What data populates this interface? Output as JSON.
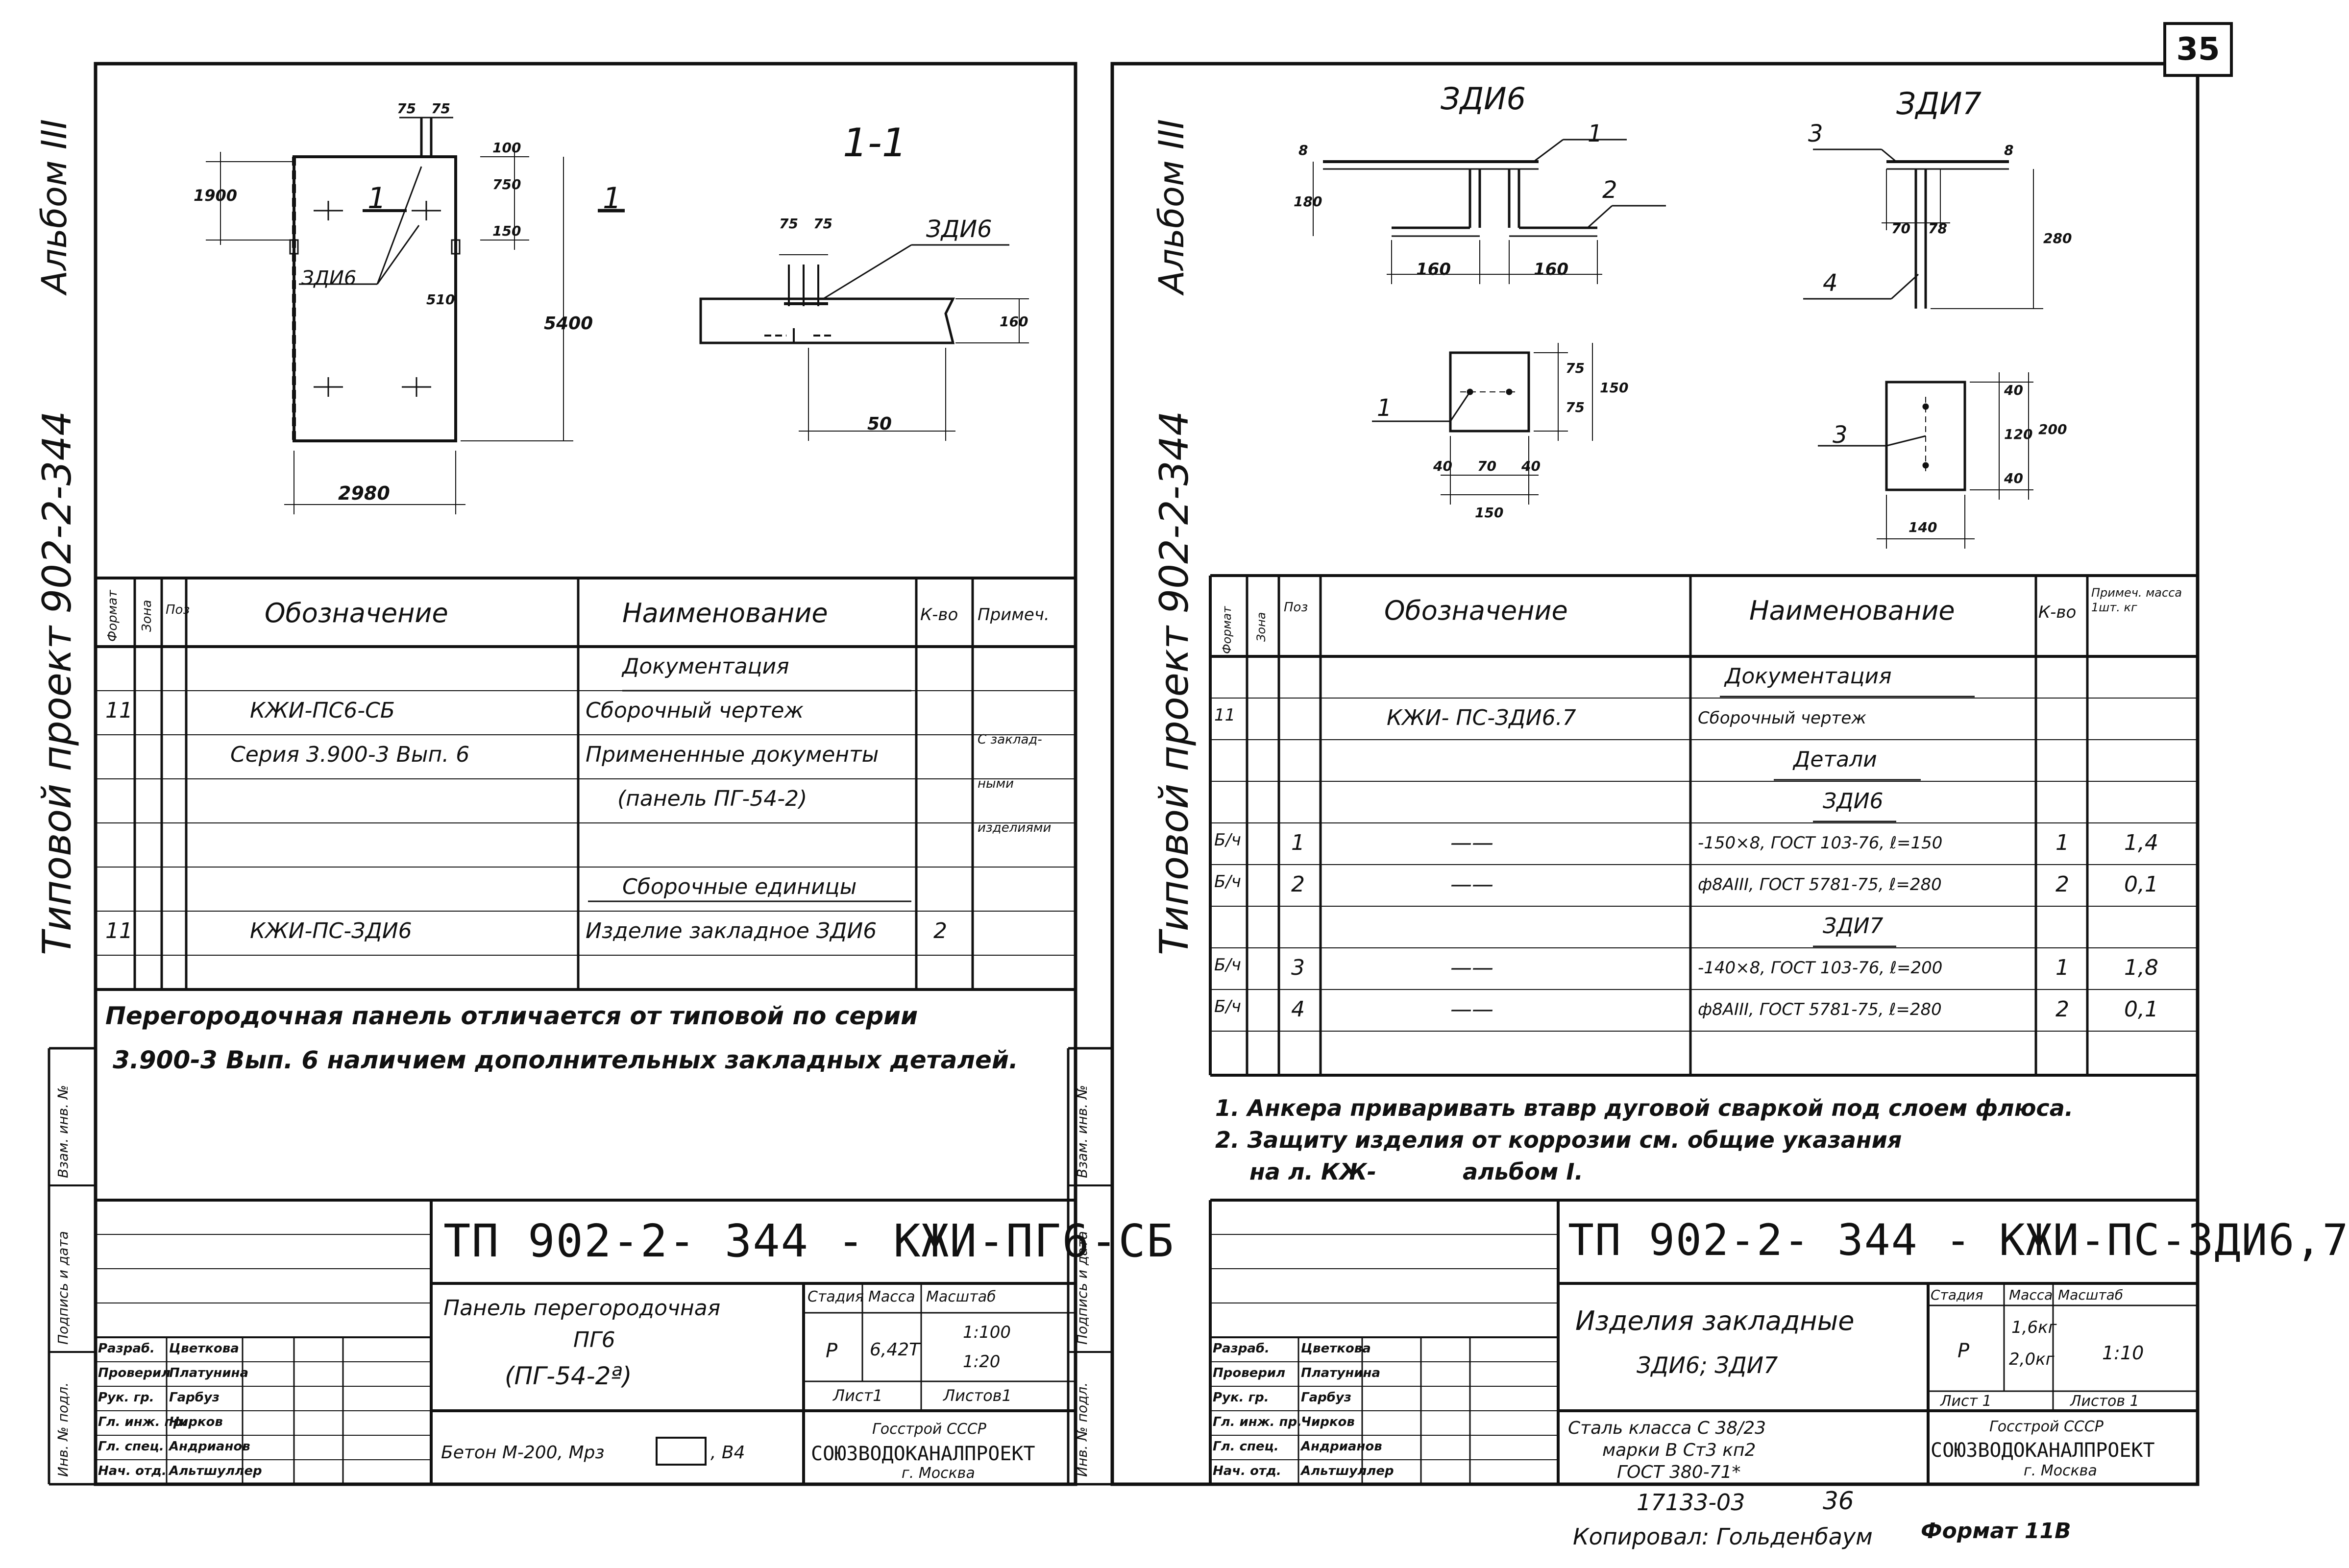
{
  "sheet": {
    "number": "35",
    "copy_num": "17133-03",
    "copy_page": "36",
    "copied_by": "Копировал: Гольденбаум",
    "format": "Формат 11В"
  },
  "side": {
    "album": "Альбом III",
    "project": "Типовой проект 902-2-344"
  },
  "left": {
    "plan": {
      "cut_mark": "1",
      "label": "ЗДИ6",
      "d_1900": "1900",
      "d_150": "150",
      "d_750": "750",
      "d_510": "510",
      "d_5400": "5400",
      "d_2980": "2980",
      "d_75a": "75",
      "d_75b": "75",
      "d_top": "100"
    },
    "section": {
      "title": "1-1",
      "label": "ЗДИ6",
      "d_75a": "75",
      "d_75b": "75",
      "d_160": "160",
      "d_50": "50"
    },
    "table": {
      "headers": {
        "format": "Формат",
        "zone": "Зона",
        "pos": "Поз",
        "designation": "Обозначение",
        "name": "Наименование",
        "qty": "К-во",
        "note": "Примеч."
      },
      "rows": [
        {
          "format": "",
          "designation": "",
          "name": "Документация",
          "qty": "",
          "note": ""
        },
        {
          "format": "11",
          "designation": "КЖИ-ПС6-СБ",
          "name": "Сборочный чертеж",
          "qty": "",
          "note": ""
        },
        {
          "format": "",
          "designation": "Серия 3.900-3 Вып. 6",
          "name": "Примененные документы",
          "qty": "",
          "note": "С заклад-"
        },
        {
          "format": "",
          "designation": "",
          "name": "(панель ПГ-54-2)",
          "qty": "",
          "note": "ными"
        },
        {
          "format": "",
          "designation": "",
          "name": "",
          "qty": "",
          "note": "изделиями"
        },
        {
          "format": "",
          "designation": "",
          "name": "Сборочные единицы",
          "qty": "",
          "note": ""
        },
        {
          "format": "11",
          "designation": "КЖИ-ПС-ЗДИ6",
          "name": "Изделие закладное ЗДИ6",
          "qty": "2",
          "note": ""
        }
      ]
    },
    "note_line1": "Перегородочная панель отличается от типовой по серии",
    "note_line2": "3.900-3 Вып. 6 наличием дополнительных закладных деталей.",
    "title_block": {
      "code": "ТП 902-2- 344 - КЖИ-ПГ6-СБ",
      "name1": "Панель перегородочная",
      "name2": "ПГ6",
      "name3": "(ПГ-54-2ª)",
      "concrete": "Бетон М-200, Мрз",
      "concrete_tail": ", В4",
      "stage_h": "Стадия",
      "mass_h": "Масса",
      "scale_h": "Масштаб",
      "stage": "Р",
      "mass": "6,42Т",
      "scale1": "1:100",
      "scale2": "1:20",
      "sheet": "Лист1",
      "sheets": "Листов1",
      "org1": "Госстрой СССР",
      "org2": "СОЮЗВОДОКАНАЛПРОЕКТ",
      "org3": "г. Москва",
      "roles": [
        {
          "role": "Разраб.",
          "name": "Цветкова"
        },
        {
          "role": "Проверил",
          "name": "Платунина"
        },
        {
          "role": "Рук. гр.",
          "name": "Гарбуз"
        },
        {
          "role": "Гл. инж. пр.",
          "name": "Чирков"
        },
        {
          "role": "Гл. спец.",
          "name": "Андрианов"
        },
        {
          "role": "Нач. отд.",
          "name": "Альтшуллер"
        }
      ]
    }
  },
  "right": {
    "zdi6": {
      "title": "ЗДИ6",
      "c1": "1",
      "c2": "2",
      "d_8": "8",
      "d_180": "180",
      "d_160a": "160",
      "d_160b": "160",
      "p1": "1",
      "d_75a": "75",
      "d_75b": "75",
      "d_150v": "150",
      "d_40a": "40",
      "d_70": "70",
      "d_40b": "40",
      "d_150": "150"
    },
    "zdi7": {
      "title": "ЗДИ7",
      "c3": "3",
      "c4": "4",
      "d_8": "8",
      "d_70": "70",
      "d_78": "78",
      "d_280": "280",
      "p3": "3",
      "d_40a": "40",
      "d_120": "120",
      "d_40b": "40",
      "d_200": "200",
      "d_140": "140"
    },
    "table": {
      "headers": {
        "format": "Формат",
        "zone": "Зона",
        "pos": "Поз",
        "designation": "Обозначение",
        "name": "Наименование",
        "qty": "К-во",
        "note": "Примеч. масса 1шт. кг"
      },
      "rows": [
        {
          "format": "",
          "pos": "",
          "designation": "",
          "name": "Документация",
          "qty": "",
          "note": ""
        },
        {
          "format": "11",
          "pos": "",
          "designation": "КЖИ- ПС-ЗДИ6.7",
          "name": "Сборочный чертеж",
          "qty": "",
          "note": ""
        },
        {
          "format": "",
          "pos": "",
          "designation": "",
          "name": "Детали",
          "qty": "",
          "note": ""
        },
        {
          "format": "",
          "pos": "",
          "designation": "",
          "name": "ЗДИ6",
          "qty": "",
          "note": ""
        },
        {
          "format": "Б/ч",
          "pos": "1",
          "designation": "——",
          "name": "-150×8, ГОСТ 103-76, ℓ=150",
          "qty": "1",
          "note": "1,4"
        },
        {
          "format": "Б/ч",
          "pos": "2",
          "designation": "——",
          "name": "ф8АIII, ГОСТ 5781-75, ℓ=280",
          "qty": "2",
          "note": "0,1"
        },
        {
          "format": "",
          "pos": "",
          "designation": "",
          "name": "ЗДИ7",
          "qty": "",
          "note": ""
        },
        {
          "format": "Б/ч",
          "pos": "3",
          "designation": "——",
          "name": "-140×8, ГОСТ 103-76, ℓ=200",
          "qty": "1",
          "note": "1,8"
        },
        {
          "format": "Б/ч",
          "pos": "4",
          "designation": "——",
          "name": "ф8АIII, ГОСТ 5781-75, ℓ=280",
          "qty": "2",
          "note": "0,1"
        }
      ]
    },
    "note1": "1. Анкера приваривать втавр дуговой сваркой под слоем флюса.",
    "note2": "2. Защиту изделия от коррозии см. общие указания",
    "note3": "на л. КЖ-           альбом I.",
    "title_block": {
      "code": "ТП 902-2- 344 - КЖИ-ПС-ЗДИ6,7",
      "name1": "Изделия закладные",
      "name2": "ЗДИ6; ЗДИ7",
      "steel1": "Сталь класса С 38/23",
      "steel2": "марки В Ст3 кп2",
      "steel3": "ГОСТ 380-71*",
      "stage_h": "Стадия",
      "mass_h": "Масса",
      "scale_h": "Масштаб",
      "stage": "Р",
      "mass1": "1,6кг",
      "mass2": "2,0кг",
      "scale": "1:10",
      "sheet": "Лист 1",
      "sheets": "Листов 1",
      "org1": "Госстрой СССР",
      "org2": "СОЮЗВОДОКАНАЛПРОЕКТ",
      "org3": "г. Москва",
      "roles": [
        {
          "role": "Разраб.",
          "name": "Цветкова"
        },
        {
          "role": "Проверил",
          "name": "Платунина"
        },
        {
          "role": "Рук. гр.",
          "name": "Гарбуз"
        },
        {
          "role": "Гл. инж. пр.",
          "name": "Чирков"
        },
        {
          "role": "Гл. спец.",
          "name": "Андрианов"
        },
        {
          "role": "Нач. отд.",
          "name": "Альтшуллер"
        }
      ]
    }
  },
  "stamps": {
    "inv": "Инв. № подл.",
    "sign": "Подпись и дата",
    "vzam": "Взам. инв. №"
  }
}
